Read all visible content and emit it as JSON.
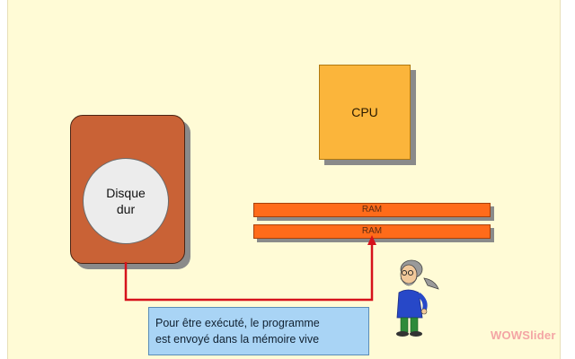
{
  "diagram": {
    "cpu_label": "CPU",
    "disk_label_line1": "Disque",
    "disk_label_line2": "dur",
    "ram_labels": [
      "RAM",
      "RAM"
    ],
    "callout_line1": "Pour être exécuté, le programme",
    "callout_line2": "est envoyé dans la mémoire vive"
  },
  "watermark": {
    "text": "WOWSlider"
  },
  "colors": {
    "background": "#fffbd6",
    "cpu": "#fbb53b",
    "disk_box": "#c96236",
    "ram": "#ff6b1a",
    "wire": "#d6121b",
    "callout": "#a9d4f5"
  },
  "icons": {
    "character": "cartoon-bearded-man-icon"
  }
}
